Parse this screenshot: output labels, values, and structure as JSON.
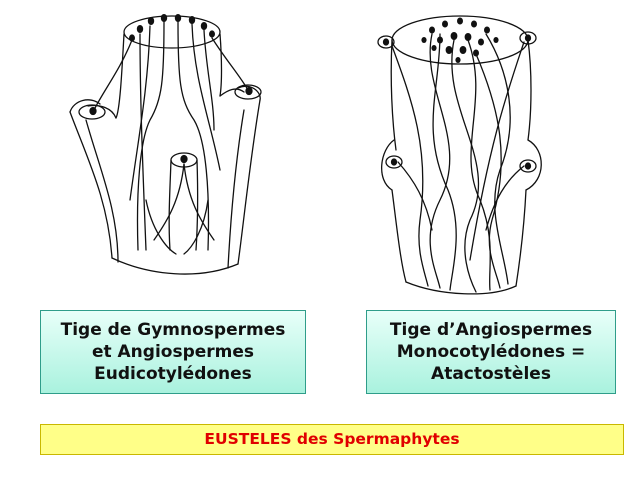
{
  "captions": {
    "left": [
      "Tige de Gymnospermes",
      "et Angiospermes",
      "Eudicotylédones"
    ],
    "right": [
      "Tige d’Angiospermes",
      "Monocotylédones =",
      "Atactostèles"
    ]
  },
  "banner": "EUSTELES des Spermaphytes",
  "colors": {
    "caption_fill": "#a9f2de",
    "caption_border": "#2f9d8a",
    "banner_fill": "#ffff88",
    "banner_text": "#e00000"
  }
}
